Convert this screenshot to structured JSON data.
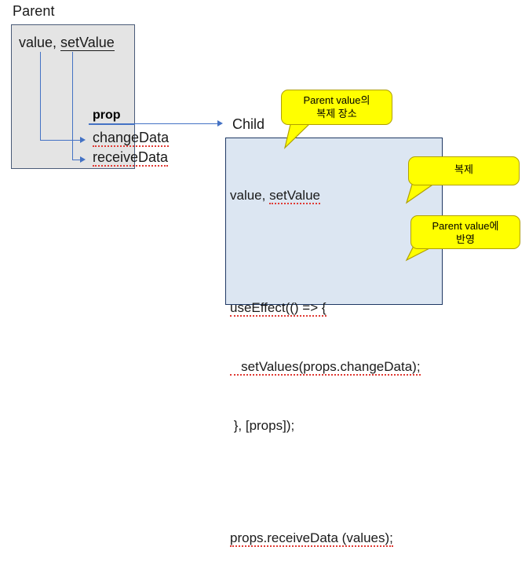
{
  "diagram": {
    "title": "React Parent-Child prop data flow",
    "colors": {
      "parent_fill": "#e4e4e4",
      "parent_border": "#4a5b78",
      "child_fill": "#dce6f2",
      "child_border": "#1f3864",
      "arrow": "#4472c4",
      "callout_fill": "#ffff00",
      "callout_border": "#b0a000",
      "spellcheck_underline": "#e03a34"
    }
  },
  "parent": {
    "label": "Parent",
    "state_line": "value, setValue",
    "state_parts": {
      "value": "value, ",
      "set_value": "setValue"
    },
    "prop_label": "prop",
    "props": [
      {
        "name": "changeData"
      },
      {
        "name": "receiveData"
      }
    ]
  },
  "child": {
    "label": "Child",
    "state_line": "value, setValue",
    "state_parts": {
      "value": "value, ",
      "set_value": "setValue"
    },
    "code_lines": [
      "useEffect(() => {",
      "   setValues(props.changeData);",
      " }, [props]);",
      "props.receiveData (values);"
    ],
    "code": {
      "line1": "useEffect(() => {",
      "line2": "   setValues(props.changeData);",
      "line3": " }, [props]);",
      "line4": "props.receiveData (values);"
    }
  },
  "callouts": [
    {
      "id": "copy-location",
      "line1": "Parent value의",
      "line2": "복제 장소",
      "points_to": "child-state-line"
    },
    {
      "id": "copy",
      "line1": "복제",
      "line2": "",
      "points_to": "child-set-values-line"
    },
    {
      "id": "reflect-to-parent",
      "line1": "Parent value에",
      "line2": "반영",
      "points_to": "child-receive-data-line"
    }
  ],
  "connectors": [
    {
      "from": "parent.value",
      "to": "parent.props.changeData"
    },
    {
      "from": "parent.setValue",
      "to": "parent.props.receiveData"
    },
    {
      "from": "parent.prop",
      "to": "child"
    }
  ]
}
